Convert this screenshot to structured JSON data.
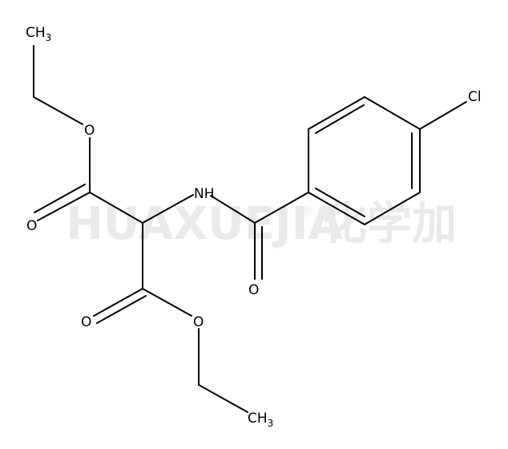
{
  "watermark": {
    "latin": "HUAXUEJIA",
    "reg": "®",
    "cjk": "化学加"
  },
  "atoms": {
    "ch3_top": "CH",
    "ch3_top_sub": "3",
    "o_ether_top": "O",
    "o_carbonyl_left": "O",
    "nh": "NH",
    "cl": "Cl",
    "o_amide": "O",
    "o_carbonyl_bottom": "O",
    "o_ether_bottom": "O",
    "ch3_bottom": "CH",
    "ch3_bottom_sub": "3"
  }
}
